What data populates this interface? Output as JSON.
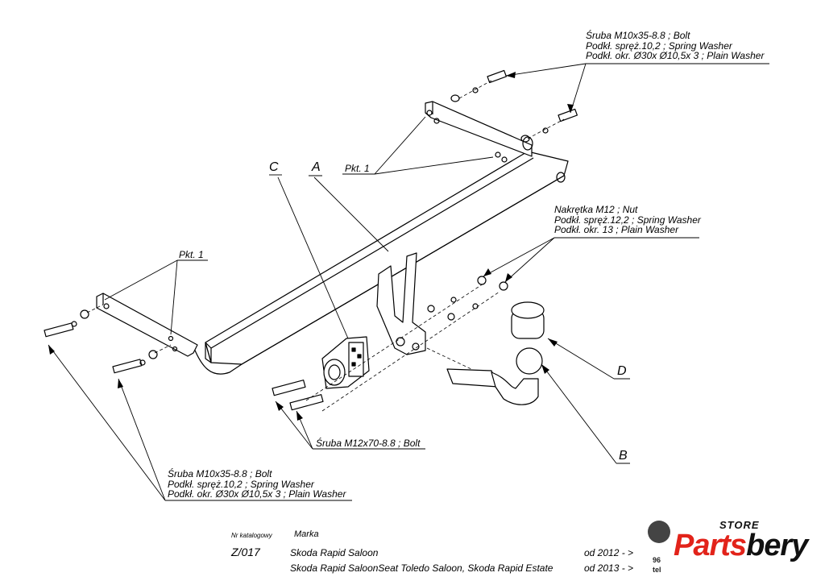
{
  "callouts": {
    "top_right": [
      "Śruba M10x35-8.8 ;  Bolt",
      "Podkł. spręż.10,2 ; Spring Washer",
      "Podkł. okr.  Ø30x Ø10,5x 3 ; Plain Washer"
    ],
    "pkt_top": "Pkt. 1",
    "pkt_left": "Pkt. 1",
    "nut": [
      "Nakrętka  M12 ; Nut",
      "Podkł. spręż.12,2 ; Spring Washer",
      "Podkł. okr. 13 ; Plain Washer"
    ],
    "bolt_m12": "Śruba M12x70-8.8 ;  Bolt",
    "bottom_left": [
      "Śruba M10x35-8.8 ;  Bolt",
      "Podkł. spręż.10,2 ; Spring Washer",
      "Podkł. okr.  Ø30x Ø10,5x 3 ; Plain Washer"
    ]
  },
  "letters": {
    "a": "A",
    "b": "B",
    "c": "C",
    "d": "D"
  },
  "table": {
    "header_catalog": "Nr katalogowy",
    "header_brand": "Marka",
    "catalog_no": "Z/017",
    "rows": [
      {
        "model": "Skoda Rapid Saloon",
        "years": "od 2012 - >"
      },
      {
        "model": "Skoda Rapid SaloonSeat Toledo Saloon, Skoda Rapid Estate",
        "years": "od 2013 - >"
      }
    ]
  },
  "logo": {
    "top": "STORE",
    "part_a": "Parts",
    "part_b": "bery"
  },
  "cut_off": [
    "96",
    "tel"
  ]
}
